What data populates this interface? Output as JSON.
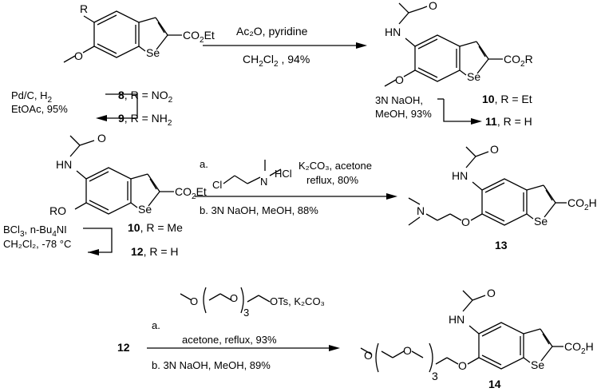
{
  "compounds": {
    "c8_sub": "R",
    "c8_ester": "CO",
    "c8_ester_sub": "2",
    "c8_ester_end": "Et",
    "se": "Se",
    "hn": "HN",
    "c10_ester": "CO",
    "c10_ester_sub": "2",
    "c10_ester_end": "R",
    "ro": "RO",
    "co2h": "CO",
    "co2h_sub": "2",
    "co2h_end": "H",
    "n_label": "N",
    "o_label": "O",
    "rep_count": "3",
    "id13": "13",
    "id14": "14",
    "id12": "12"
  },
  "labels": {
    "l8_num": "8",
    "l8_text": ", R = NO",
    "l8_sub": "2",
    "l9_num": "9",
    "l9_text": ", R = NH",
    "l9_sub": "2",
    "l10_num": "10",
    "l10_text": ", R = Et",
    "l11_num": "11",
    "l11_text": ", R = H",
    "l10b_num": "10",
    "l10b_text": ", R = Me",
    "l12_num": "12",
    "l12_text": ", R = H"
  },
  "conditions": {
    "r1_top": "Ac₂O, pyridine",
    "r1_bottom_a": "CH",
    "r1_bottom_sub": "2",
    "r1_bottom_b": "Cl",
    "r1_bottom_sub2": "2",
    "r1_bottom_c": " , 94%",
    "pd_a": "Pd/C, H",
    "pd_sub": "2",
    "pd_b": "EtOAc, 95%",
    "naoh_a": "3N NaOH,",
    "naoh_b": "MeOH, 93%",
    "r2_a_prefix": "a.",
    "r2_cl": "Cl",
    "r2_hcl": "HCl",
    "r2_k2co3": "K₂CO₃, acetone",
    "r2_reflux": "reflux, 80%",
    "r2_b": "b.  3N NaOH, MeOH, 88%",
    "bcl3_a": "BCl",
    "bcl3_sub": "3",
    "bcl3_b": ", n-Bu",
    "bcl3_sub2": "4",
    "bcl3_c": "NI",
    "bcl3_line2": "CH₂Cl₂, -78 °C",
    "r3_a_prefix": "a.",
    "r3_ots": "OTs, K₂CO₃",
    "r3_acetone": "acetone, reflux, 93%",
    "r3_b": "b.    3N NaOH, MeOH, 89%",
    "rep_count": "3"
  }
}
